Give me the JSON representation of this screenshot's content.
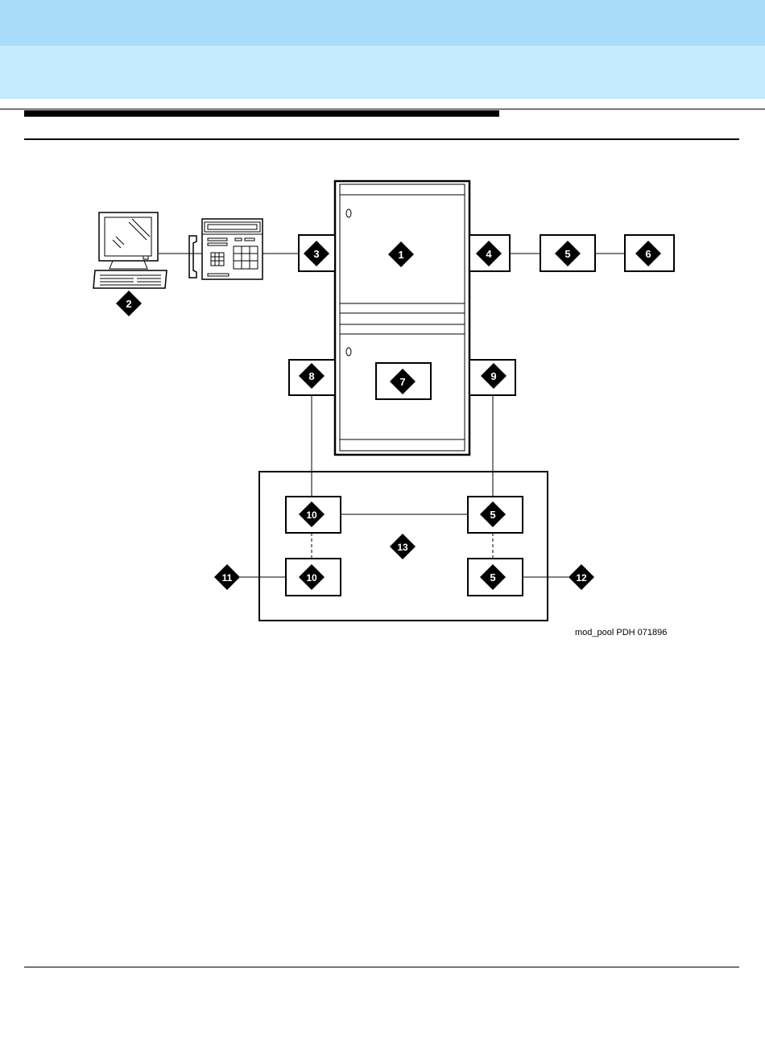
{
  "figure": {
    "caption": "mod_pool PDH 071896",
    "callouts": {
      "c1": "1",
      "c2": "2",
      "c3": "3",
      "c4": "4",
      "c5a": "5",
      "c6": "6",
      "c7": "7",
      "c8": "8",
      "c9": "9",
      "c10a": "10",
      "c5b": "5",
      "c13": "13",
      "c11": "11",
      "c10b": "10",
      "c5c": "5",
      "c12": "12"
    }
  },
  "colors": {
    "header_dark": "#a8dcf8",
    "header_light": "#c4ebfe",
    "ink": "#000000"
  }
}
